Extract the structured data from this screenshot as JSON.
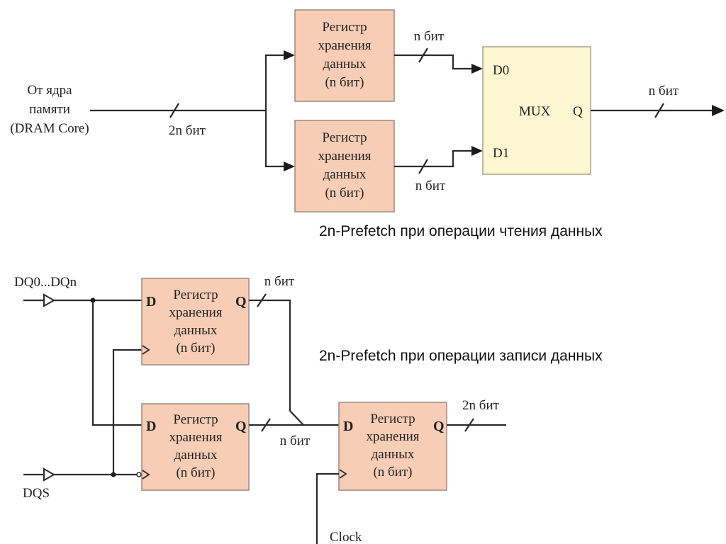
{
  "colors": {
    "register_fill": "#f8cdb6",
    "mux_fill": "#fdf7d2",
    "wire": "#2a2a2a"
  },
  "read_diagram": {
    "caption": "2n-Prefetch при операции чтения данных",
    "source_label": [
      "От ядра",
      "памяти",
      "(DRAM Core)"
    ],
    "input_bus_label": "2n бит",
    "registers": [
      {
        "lines": [
          "Регистр",
          "хранения",
          "данных",
          "(n бит)"
        ]
      },
      {
        "lines": [
          "Регистр",
          "хранения",
          "данных",
          "(n бит)"
        ]
      }
    ],
    "reg1_bus_label": "n бит",
    "reg2_bus_label": "n бит",
    "mux": {
      "label": "MUX",
      "inputs": [
        "D0",
        "D1"
      ],
      "output": "Q"
    },
    "output_bus_label": "n бит"
  },
  "write_diagram": {
    "caption": "2n-Prefetch при операции записи данных",
    "data_input_label": "DQ0...DQn",
    "strobe_input_label": "DQS",
    "clock_label": "Clock",
    "registers": [
      {
        "d_pin": "D",
        "q_pin": "Q",
        "lines": [
          "Регистр",
          "хранения",
          "данных",
          "(n бит)"
        ]
      },
      {
        "d_pin": "D",
        "q_pin": "Q",
        "lines": [
          "Регистр",
          "хранения",
          "данных",
          "(n бит)"
        ]
      },
      {
        "d_pin": "D",
        "q_pin": "Q",
        "lines": [
          "Регистр",
          "хранения",
          "данных",
          "(n бит)"
        ]
      }
    ],
    "reg1_bus_label": "n бит",
    "reg2_bus_label": "n бит",
    "output_bus_label": "2n бит"
  }
}
